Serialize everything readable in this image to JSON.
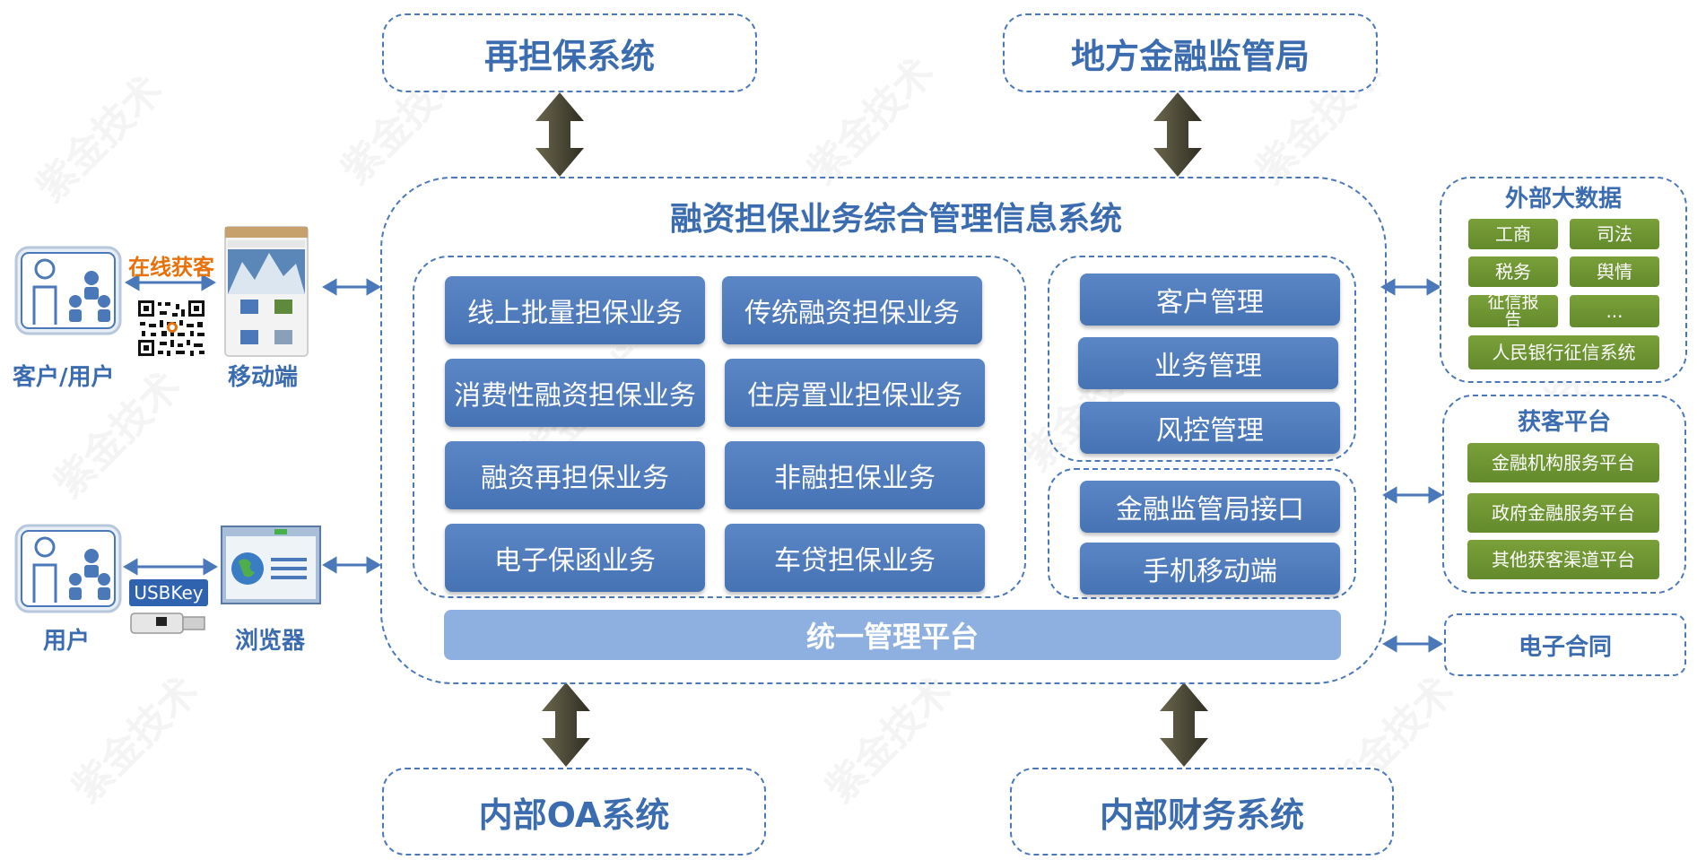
{
  "top": {
    "reguarantee": "再担保系统",
    "regulator": "地方金融监管局"
  },
  "bottom": {
    "oa": "内部OA系统",
    "finance": "内部财务系统"
  },
  "main": {
    "title": "融资担保业务综合管理信息系统",
    "business": [
      "线上批量担保业务",
      "传统融资担保业务",
      "消费性融资担保业务",
      "住房置业担保业务",
      "融资再担保业务",
      "非融担保业务",
      "电子保函业务",
      "车贷担保业务"
    ],
    "management": [
      "客户管理",
      "业务管理",
      "风控管理"
    ],
    "interfaces": [
      "金融监管局接口",
      "手机移动端"
    ],
    "platform": "统一管理平台"
  },
  "left": {
    "online_label": "在线获客",
    "customer_label": "客户/用户",
    "mobile_label": "移动端",
    "user_label": "用户",
    "usbkey_label": "USBKey",
    "browser_label": "浏览器"
  },
  "right": {
    "bigdata_title": "外部大数据",
    "bigdata_items": [
      "工商",
      "司法",
      "税务",
      "舆情",
      "征信报告",
      "...",
      "人民银行征信系统"
    ],
    "acquire_title": "获客平台",
    "acquire_items": [
      "金融机构服务平台",
      "政府金融服务平台",
      "其他获客渠道平台"
    ],
    "contract_title": "电子合同"
  },
  "watermark": "紫金技术",
  "colors": {
    "primary_blue": "#4a78b8",
    "title_blue": "#3b6cb0",
    "button_blue": "#4f7cbf",
    "green": "#6e952f",
    "orange": "#e8710a",
    "arrow_dark": "#4d4a38",
    "platform_blue": "#8db0e0"
  }
}
